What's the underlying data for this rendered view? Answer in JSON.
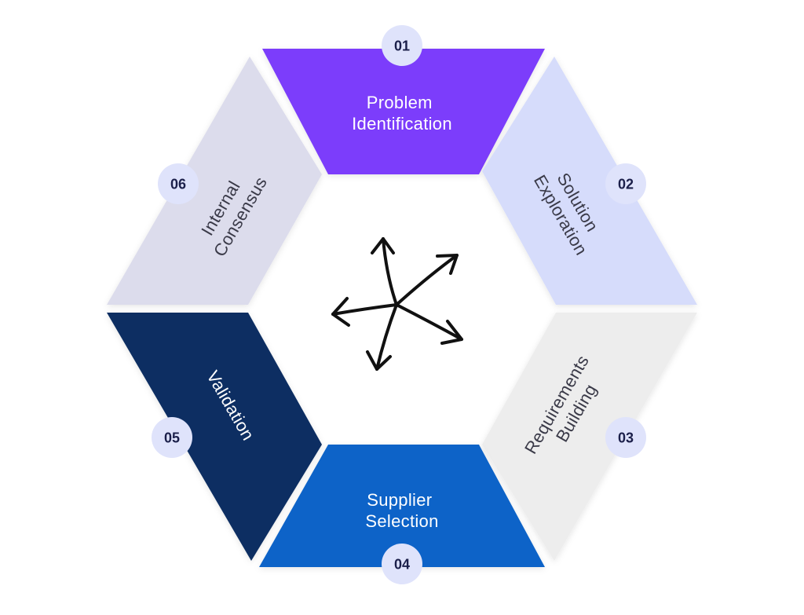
{
  "steps": [
    {
      "number": "01",
      "line1": "Problem",
      "line2": "Identification",
      "fill": "#7b3dfb",
      "text_color": "#ffffff"
    },
    {
      "number": "02",
      "line1": "Solution",
      "line2": "Exploration",
      "fill": "#d6dcfb",
      "text_color": "#3a3a48"
    },
    {
      "number": "03",
      "line1": "Requirements",
      "line2": "Building",
      "fill": "#ededed",
      "text_color": "#3a3a48"
    },
    {
      "number": "04",
      "line1": "Supplier",
      "line2": "Selection",
      "fill": "#0c63c8",
      "text_color": "#ffffff"
    },
    {
      "number": "05",
      "line1": "Validation",
      "line2": "",
      "fill": "#0b2f62",
      "text_color": "#ffffff"
    },
    {
      "number": "06",
      "line1": "Internal",
      "line2": "Consensus",
      "fill": "#dcdcec",
      "text_color": "#3a3a48"
    }
  ],
  "colors": {
    "badge_fill": "#dfe3fb",
    "badge_text": "#1b1f4a",
    "center_icon": "#111111"
  },
  "center_icon": "scatter-arrows-icon"
}
